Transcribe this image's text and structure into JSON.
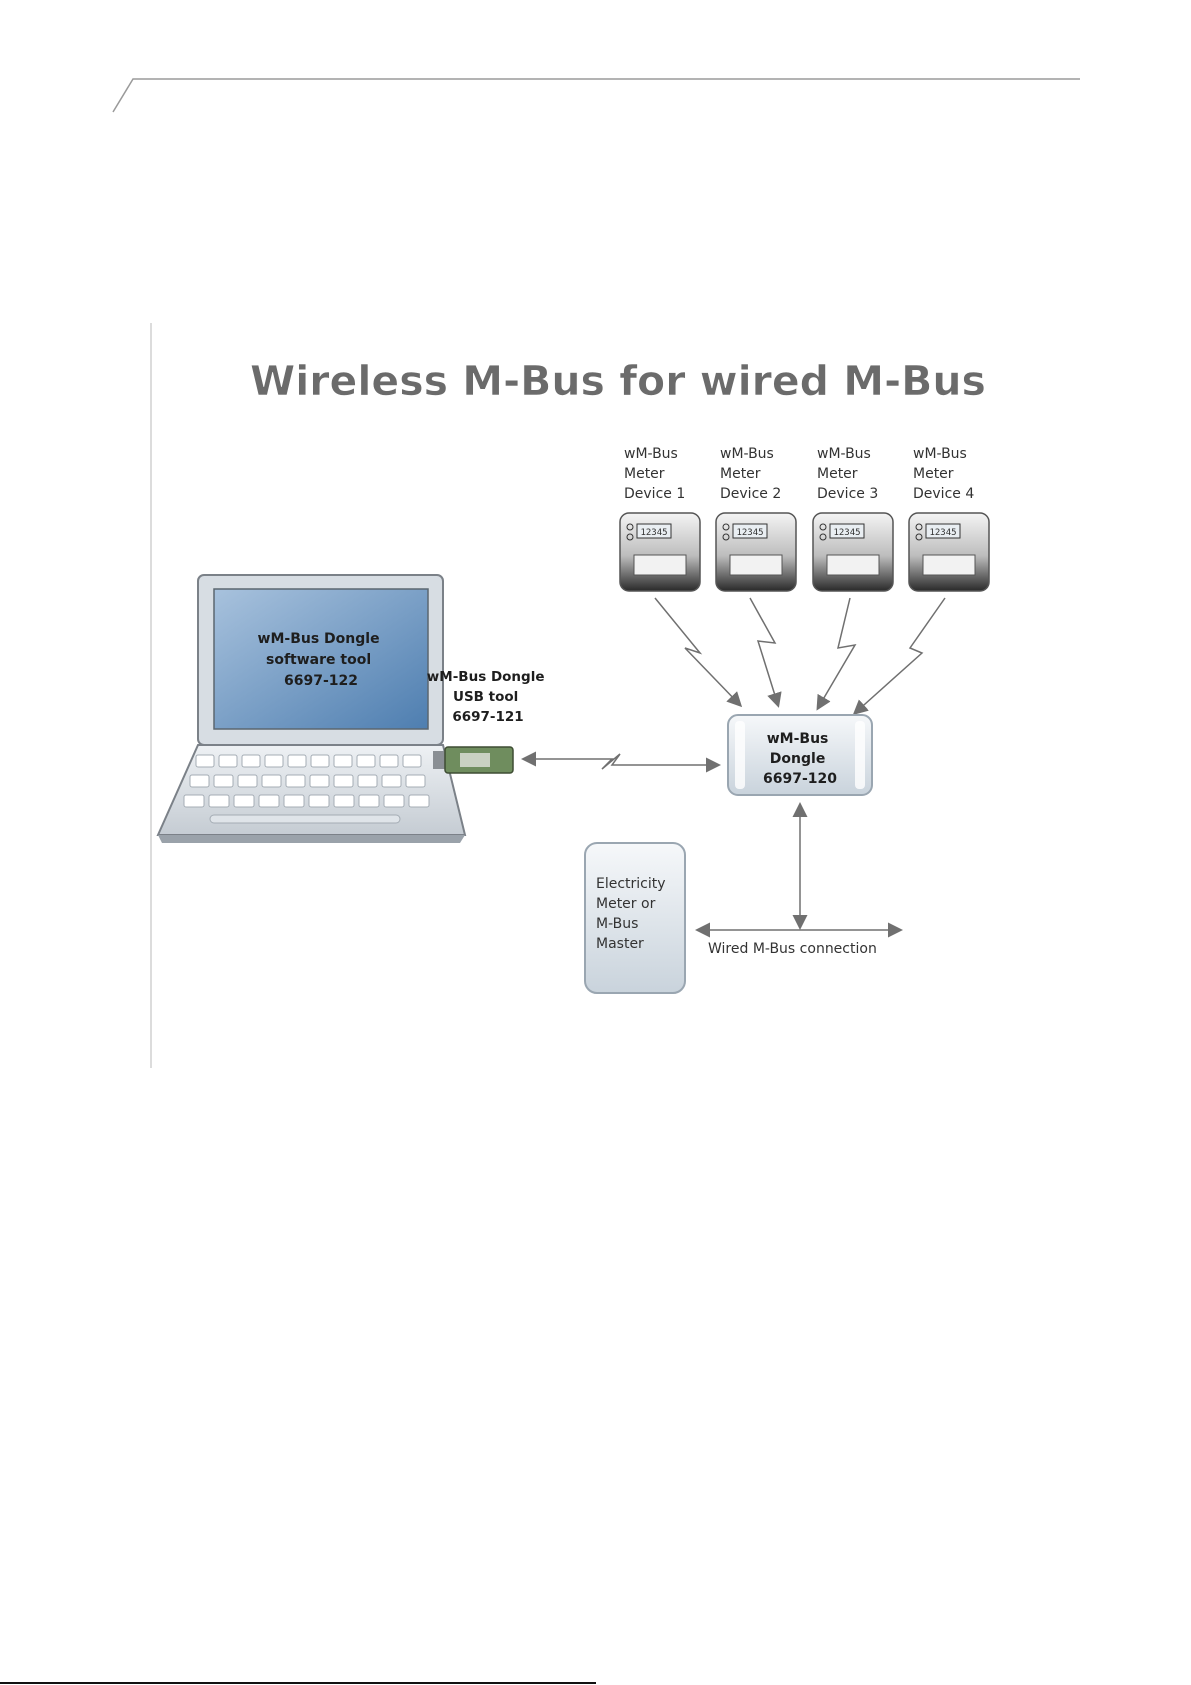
{
  "diagram": {
    "title": "Wireless M-Bus for wired M-Bus",
    "laptop": {
      "screen_line1": "wM-Bus Dongle",
      "screen_line2": "software tool",
      "screen_line3": "6697-122"
    },
    "usb_tool": {
      "line1": "wM-Bus Dongle",
      "line2": "USB tool",
      "line3": "6697-121"
    },
    "meters": [
      {
        "line1": "wM-Bus",
        "line2": "Meter",
        "line3": "Device 1",
        "display": "12345"
      },
      {
        "line1": "wM-Bus",
        "line2": "Meter",
        "line3": "Device 2",
        "display": "12345"
      },
      {
        "line1": "wM-Bus",
        "line2": "Meter",
        "line3": "Device 3",
        "display": "12345"
      },
      {
        "line1": "wM-Bus",
        "line2": "Meter",
        "line3": "Device 4",
        "display": "12345"
      }
    ],
    "dongle": {
      "line1": "wM-Bus",
      "line2": "Dongle",
      "line3": "6697-120"
    },
    "master": {
      "line1": "Electricity",
      "line2": "Meter or",
      "line3": "M-Bus",
      "line4": "Master"
    },
    "wired_label": "Wired M-Bus connection"
  },
  "colors": {
    "title_gray": "#6b6b6b",
    "screen_blue": "#6f99c2",
    "meter_dark": "#2f2f2f",
    "arrow_gray": "#707070",
    "box_fill": "#e6ecf1"
  }
}
